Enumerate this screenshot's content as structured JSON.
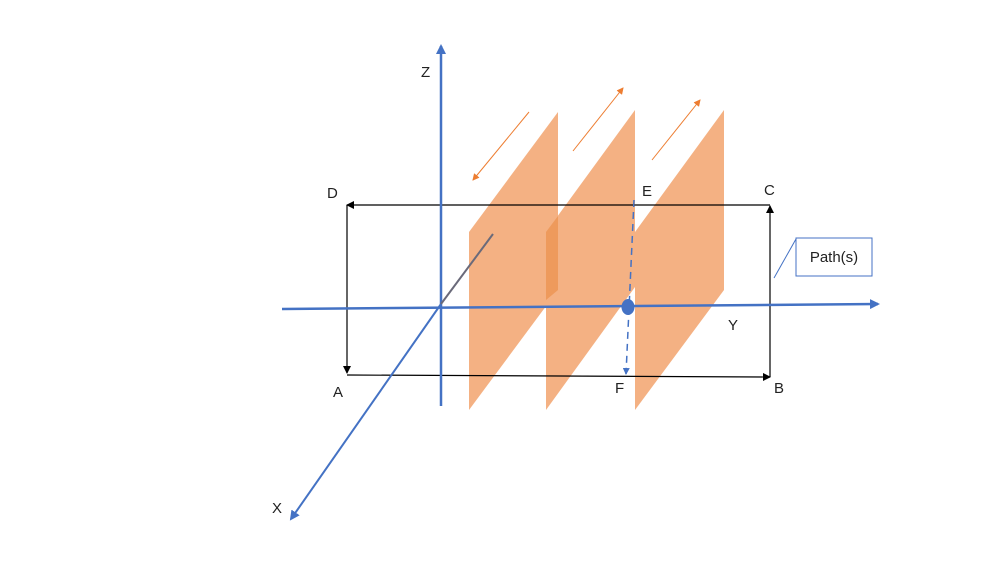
{
  "labels": {
    "z": "Z",
    "y": "Y",
    "x": "X",
    "a": "A",
    "b": "B",
    "c": "C",
    "d": "D",
    "e": "E",
    "f": "F"
  },
  "callout": {
    "text": "Path(s)"
  },
  "colors": {
    "axis": "#4472c4",
    "plane": "#f4b183",
    "plane_overlap": "#ee9a5c",
    "motion_arrow": "#ed7d31",
    "path": "#000000",
    "point": "#4472c4",
    "callout_border": "#4472c4"
  }
}
